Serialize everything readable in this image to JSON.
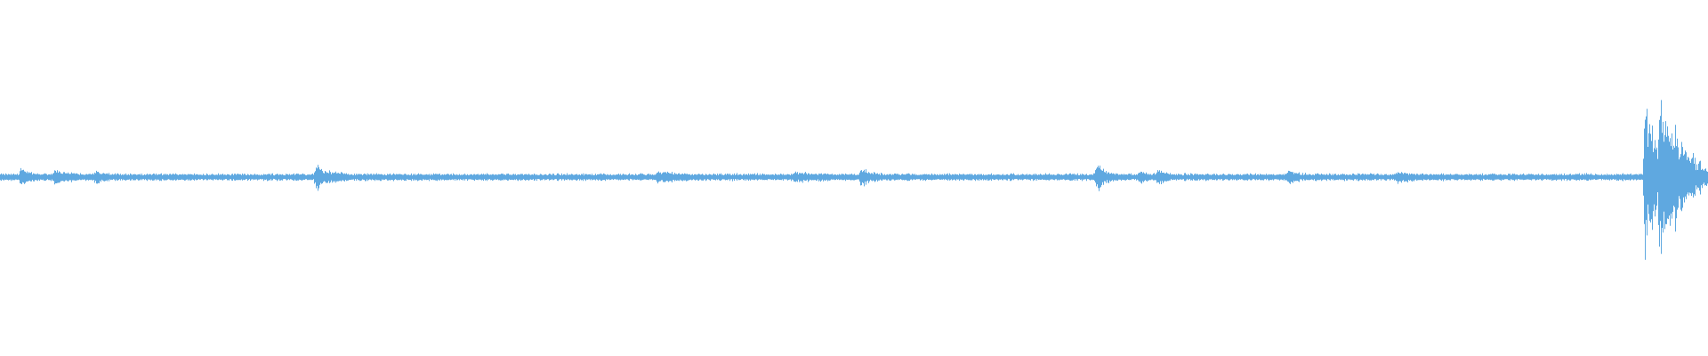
{
  "waveform": {
    "color": "#5fa8e0",
    "background": "#ffffff",
    "baseline_amplitude": 0.03,
    "events": [
      {
        "position": 0.012,
        "amplitude": 0.08,
        "decay": 0.004
      },
      {
        "position": 0.032,
        "amplitude": 0.06,
        "decay": 0.006
      },
      {
        "position": 0.056,
        "amplitude": 0.05,
        "decay": 0.004
      },
      {
        "position": 0.185,
        "amplitude": 0.14,
        "decay": 0.006
      },
      {
        "position": 0.385,
        "amplitude": 0.04,
        "decay": 0.008
      },
      {
        "position": 0.465,
        "amplitude": 0.04,
        "decay": 0.008
      },
      {
        "position": 0.504,
        "amplitude": 0.12,
        "decay": 0.004
      },
      {
        "position": 0.642,
        "amplitude": 0.15,
        "decay": 0.004
      },
      {
        "position": 0.667,
        "amplitude": 0.05,
        "decay": 0.003
      },
      {
        "position": 0.678,
        "amplitude": 0.08,
        "decay": 0.003
      },
      {
        "position": 0.754,
        "amplitude": 0.06,
        "decay": 0.004
      },
      {
        "position": 0.818,
        "amplitude": 0.04,
        "decay": 0.006
      },
      {
        "position": 0.963,
        "amplitude": 0.98,
        "decay": 0.012
      },
      {
        "position": 0.972,
        "amplitude": 0.6,
        "decay": 0.012
      }
    ]
  }
}
